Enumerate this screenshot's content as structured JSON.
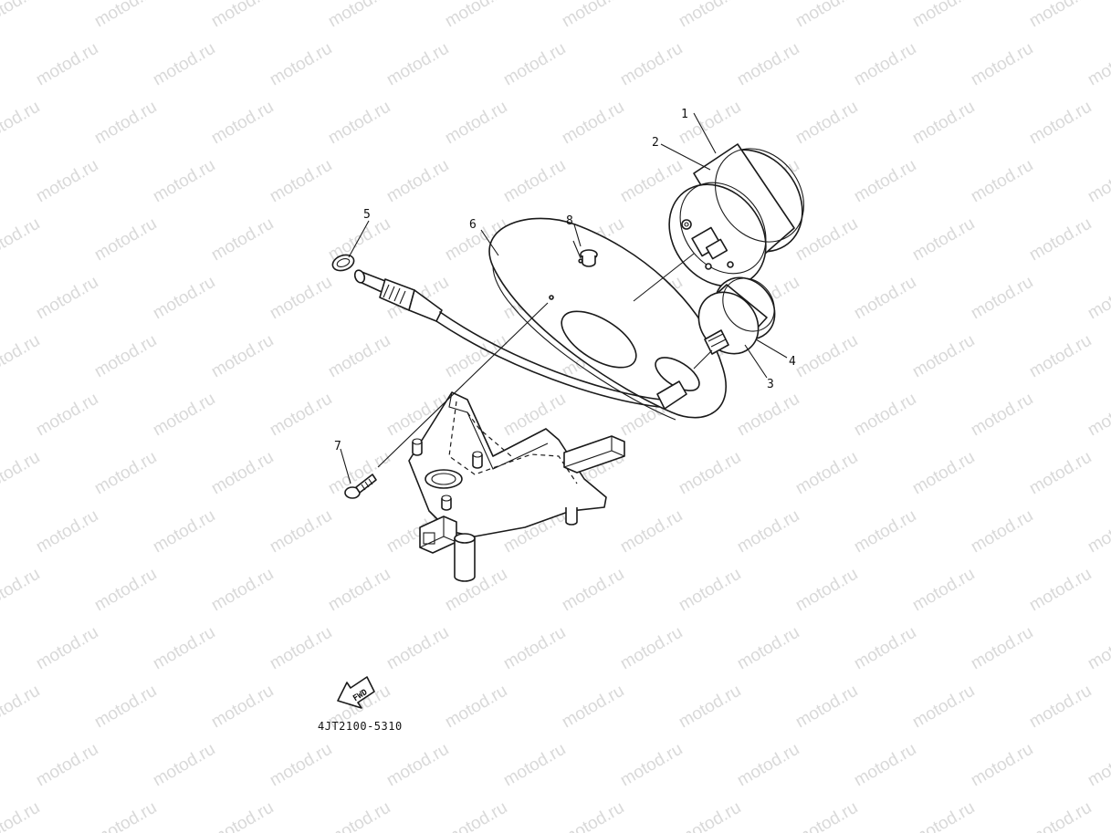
{
  "watermark": {
    "text": "motod.ru",
    "color": "#d9d9d9"
  },
  "callouts": [
    {
      "id": "1",
      "label": "1"
    },
    {
      "id": "2",
      "label": "2"
    },
    {
      "id": "3",
      "label": "3"
    },
    {
      "id": "4",
      "label": "4"
    },
    {
      "id": "5",
      "label": "5"
    },
    {
      "id": "6",
      "label": "6"
    },
    {
      "id": "7",
      "label": "7"
    },
    {
      "id": "8",
      "label": "8"
    }
  ],
  "fwd_arrow": {
    "label": "FWD",
    "icon": "fwd-arrow-icon"
  },
  "part_code": "4JT2100-5310"
}
